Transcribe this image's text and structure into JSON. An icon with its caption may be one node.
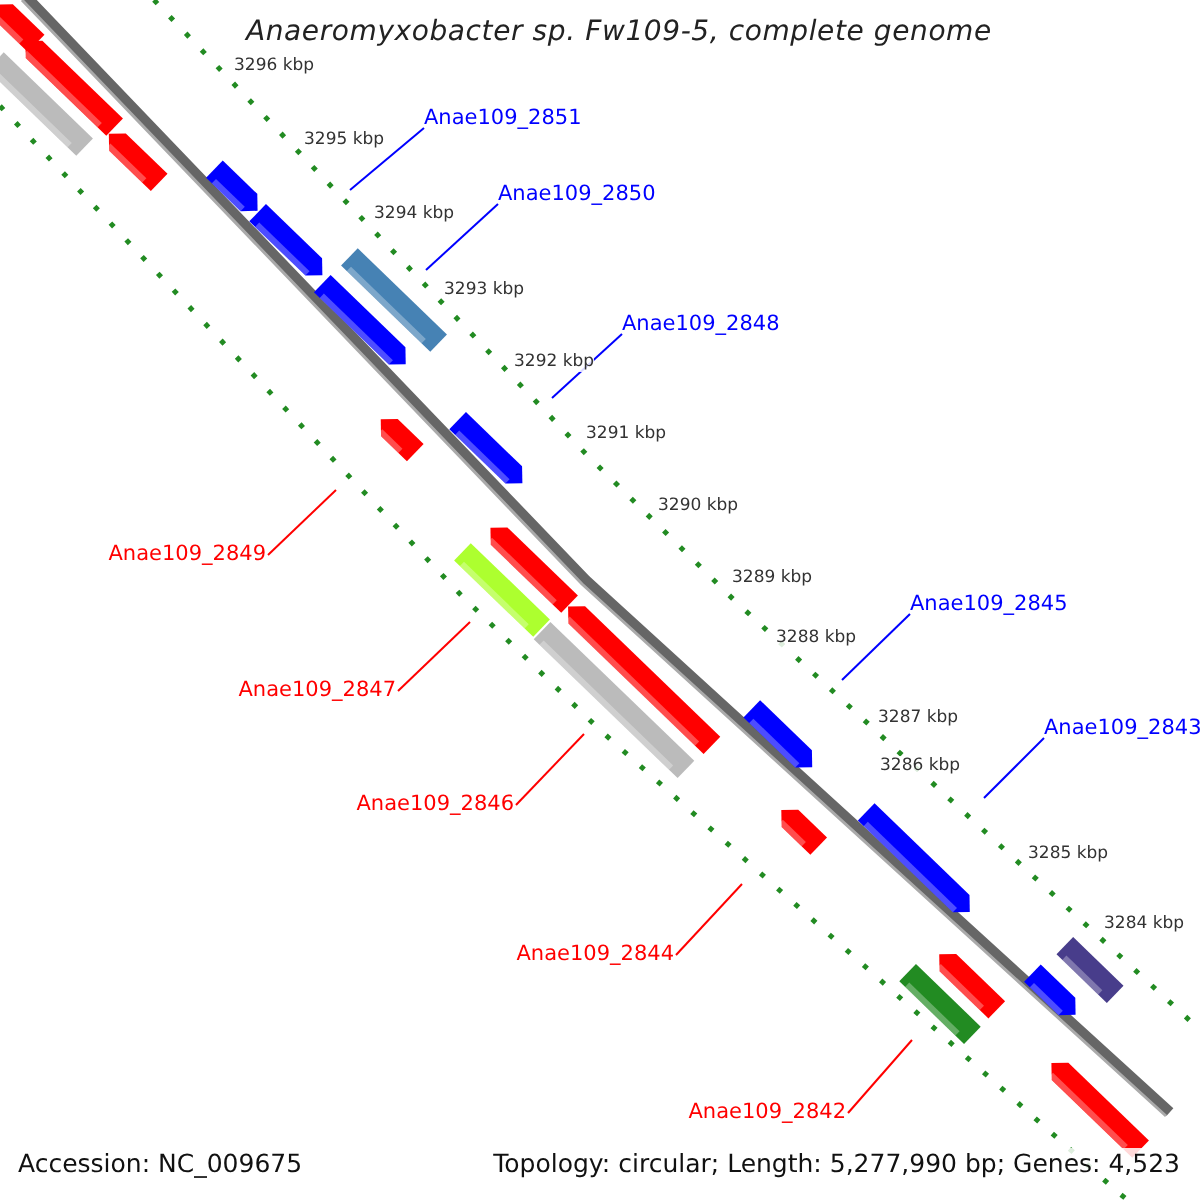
{
  "diagram": {
    "title": "Anaeromyxobacter sp. Fw109-5, complete genome",
    "nodes": [
      {
        "text": [
          "Anae109_2851"
        ]
      },
      {
        "text": [
          "Anae109_2850"
        ]
      },
      {
        "text": [
          "Anae109_2848"
        ]
      },
      {
        "text": [
          "Anae109_2849"
        ]
      },
      {
        "text": [
          "Anae109_2845"
        ]
      },
      {
        "text": [
          "Anae109_2847"
        ]
      },
      {
        "text": [
          "Anae109_2843"
        ]
      },
      {
        "text": [
          "Anae109_2846"
        ]
      },
      {
        "text": [
          "Anae109_2844"
        ]
      },
      {
        "text": [
          "Anae109_2842"
        ]
      }
    ],
    "edges": [
      {
        "from": 0,
        "to": null,
        "arrow": "none",
        "color": "#0000ff"
      },
      {
        "from": 1,
        "to": null,
        "arrow": "none",
        "color": "#0000ff"
      },
      {
        "from": 2,
        "to": null,
        "arrow": "none",
        "color": "#0000ff"
      },
      {
        "from": 3,
        "to": null,
        "arrow": "none",
        "color": "#ff0000"
      },
      {
        "from": 4,
        "to": null,
        "arrow": "none",
        "color": "#0000ff"
      },
      {
        "from": 5,
        "to": null,
        "arrow": "none",
        "color": "#ff0000"
      },
      {
        "from": 6,
        "to": null,
        "arrow": "none",
        "color": "#0000ff"
      },
      {
        "from": 7,
        "to": null,
        "arrow": "none",
        "color": "#ff0000"
      },
      {
        "from": 8,
        "to": null,
        "arrow": "none",
        "color": "#ff0000"
      },
      {
        "from": 9,
        "to": null,
        "arrow": "none",
        "color": "#ff0000"
      }
    ],
    "labels": [
      "3296 kbp",
      "3295 kbp",
      "3294 kbp",
      "3293 kbp",
      "3292 kbp",
      "3291 kbp",
      "3290 kbp",
      "3289 kbp",
      "3288 kbp",
      "3287 kbp",
      "3286 kbp",
      "3285 kbp",
      "3284 kbp",
      "Accession: NC_009675",
      "Topology: circular; Length: 5,277,990 bp; Genes: 4,523"
    ]
  }
}
